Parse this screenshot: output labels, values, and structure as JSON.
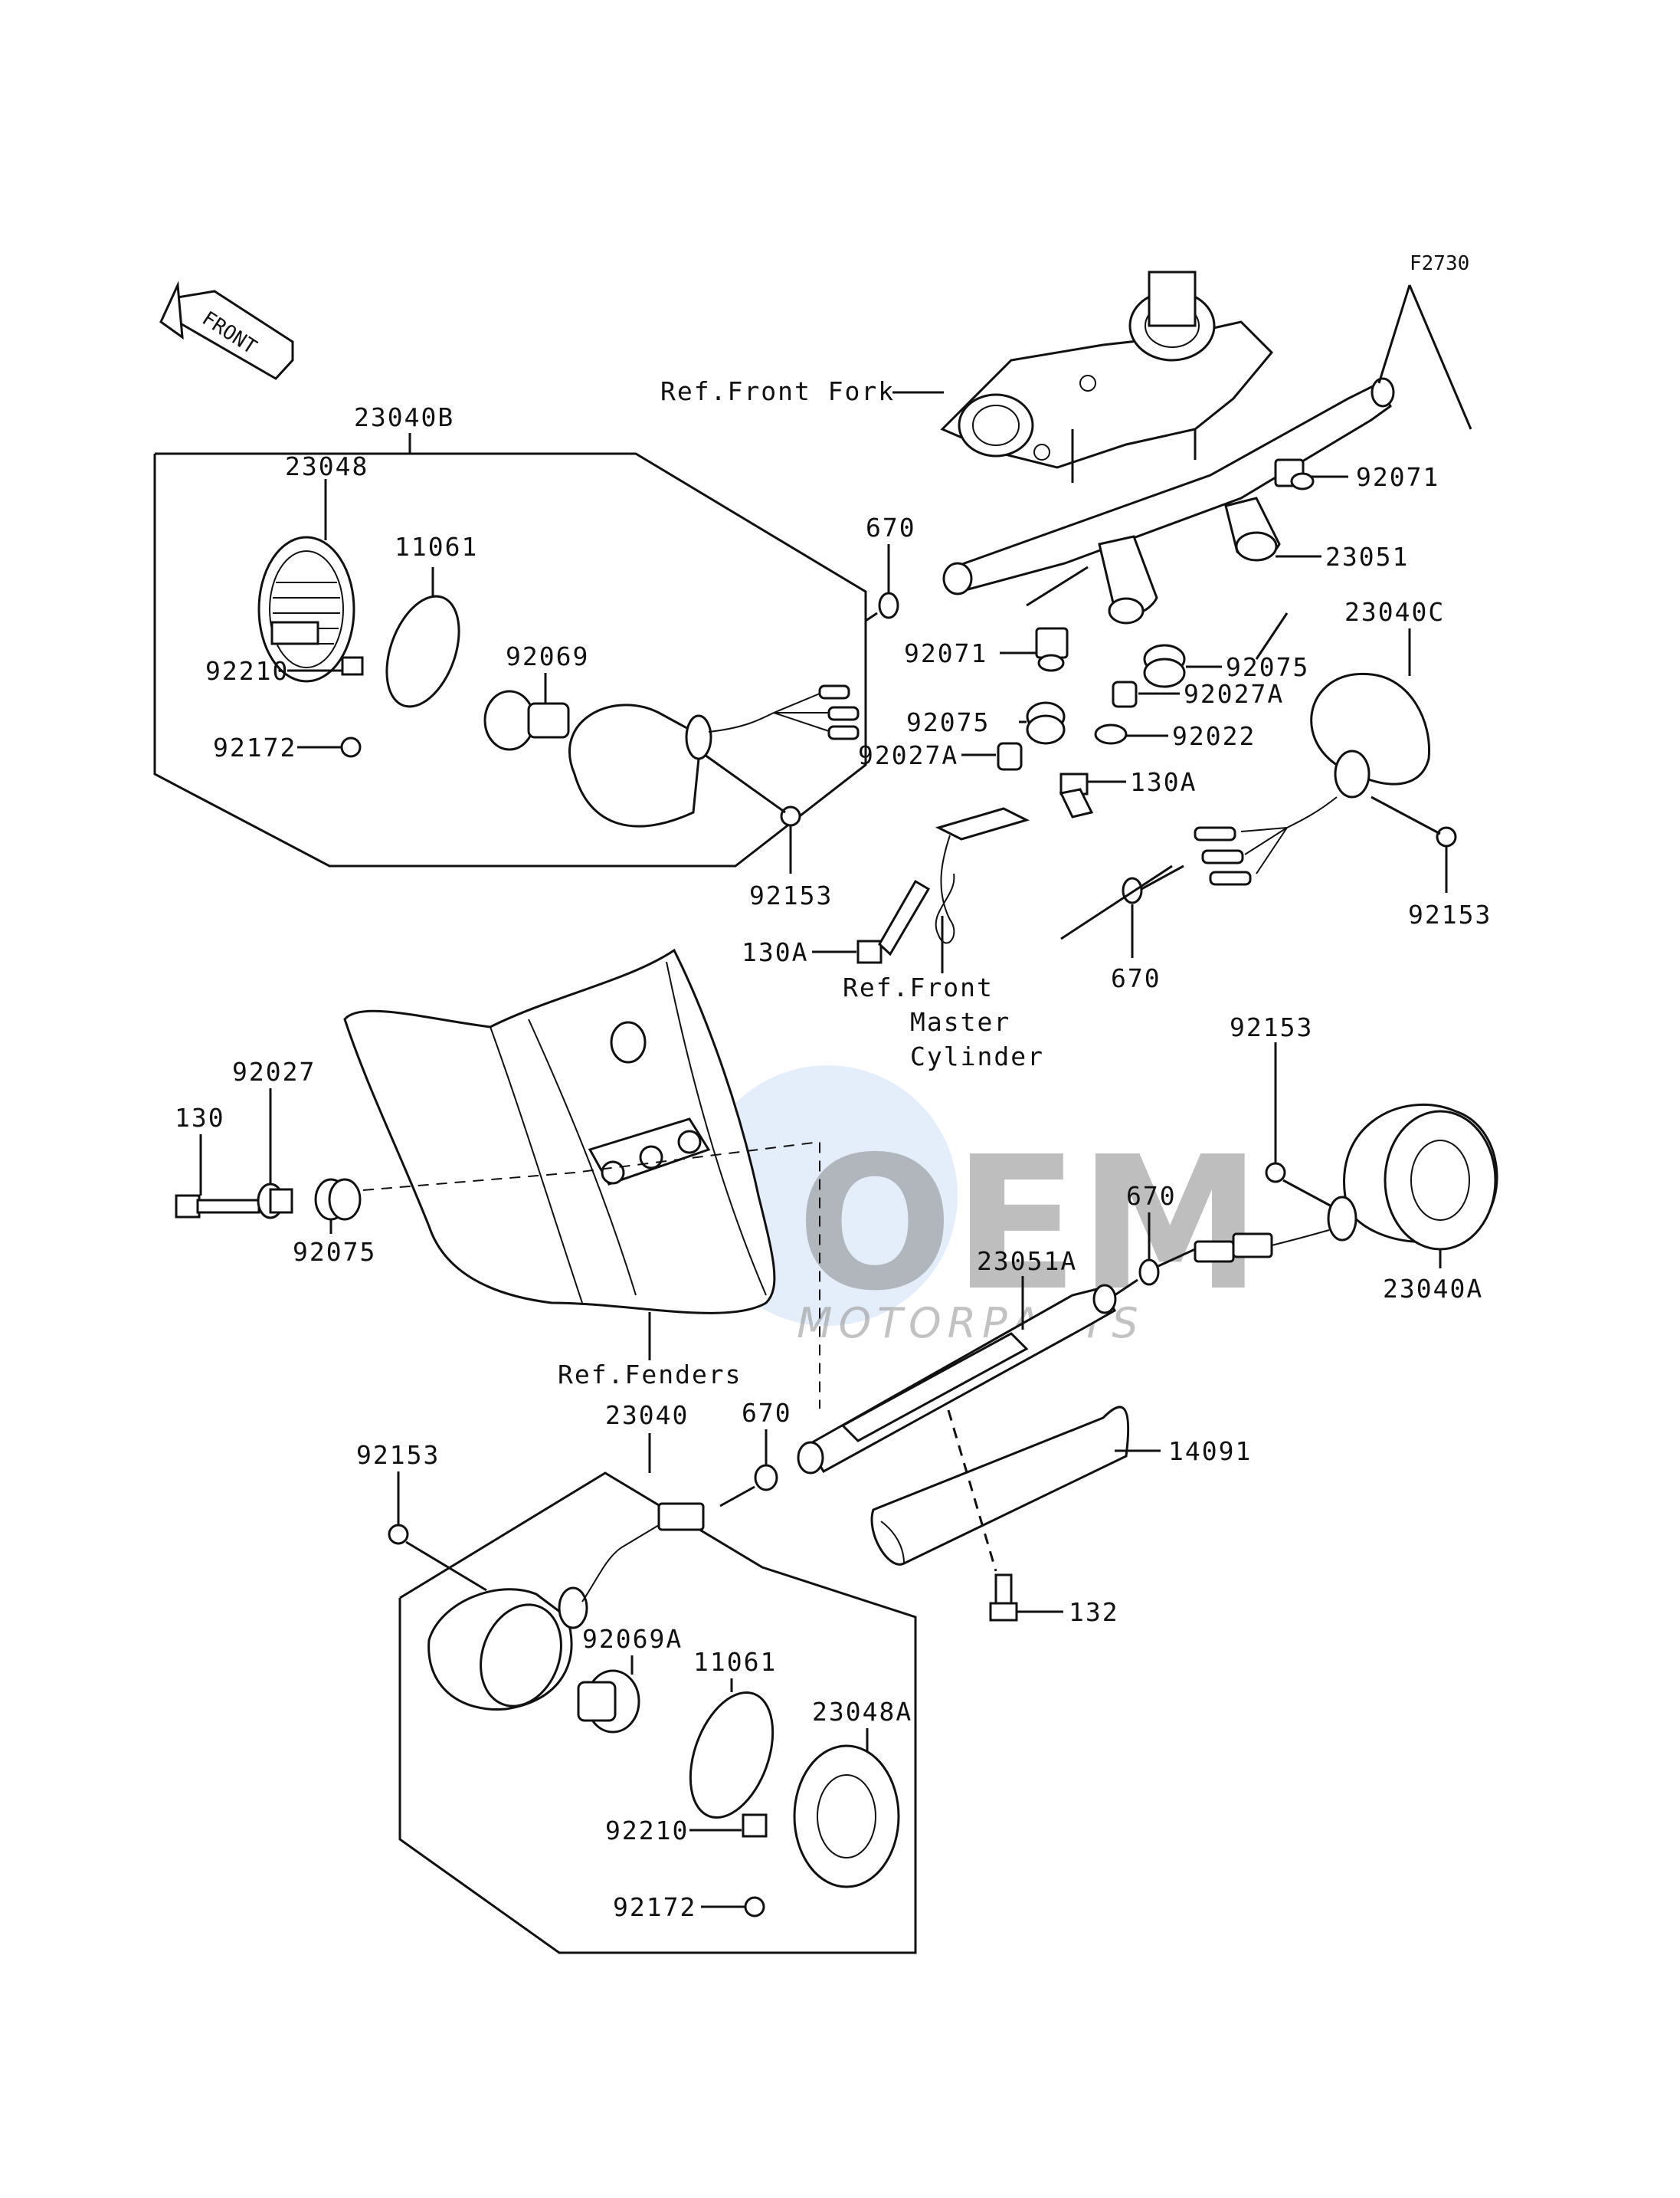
{
  "figure_code": "F2730",
  "front_arrow_label": "FRONT",
  "watermark": {
    "brand": "OEM",
    "subtitle": "MOTORPARTS"
  },
  "references": {
    "front_fork": "Ref.Front Fork",
    "front_master_cylinder": [
      "Ref.Front",
      "Master",
      "Cylinder"
    ],
    "fenders": "Ref.Fenders"
  },
  "part_labels": {
    "p23040B": "23040B",
    "p23048": "23048",
    "p11061_top": "11061",
    "p92069": "92069",
    "p92210_top": "92210",
    "p92172_top": "92172",
    "p670_top": "670",
    "p92153_top": "92153",
    "p92071_right": "92071",
    "p23051": "23051",
    "p92071_left": "92071",
    "p92075_right": "92075",
    "p92075_left": "92075",
    "p92027A_right": "92027A",
    "p92027A_left": "92027A",
    "p92022": "92022",
    "p130A_right": "130A",
    "p130A_left": "130A",
    "p23040C": "23040C",
    "p92153_right": "92153",
    "p670_right": "670",
    "p130": "130",
    "p92027": "92027",
    "p92075_bottom": "92075",
    "p92153_mid": "92153",
    "p670_mid": "670",
    "p23040A": "23040A",
    "p23051A": "23051A",
    "p23040": "23040",
    "p670_bottom": "670",
    "p92153_bottom": "92153",
    "p14091": "14091",
    "p132": "132",
    "p92069A": "92069A",
    "p11061_bottom": "11061",
    "p23048A": "23048A",
    "p92210_bottom": "92210",
    "p92172_bottom": "92172"
  }
}
